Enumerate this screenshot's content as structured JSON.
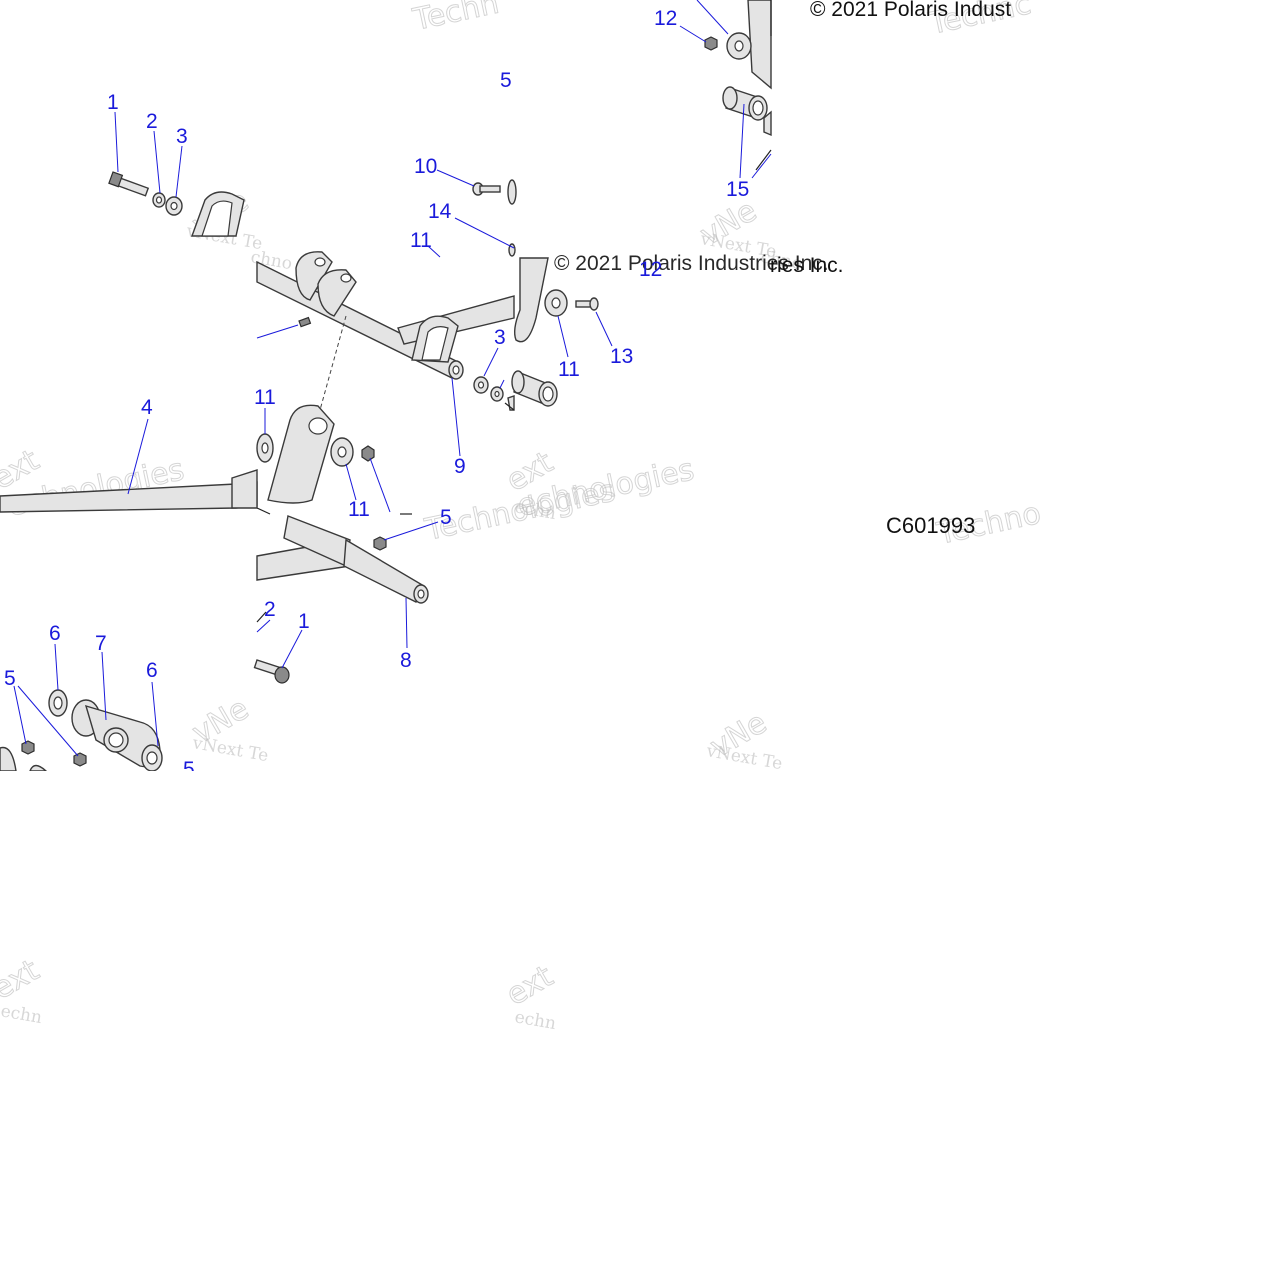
{
  "diagram": {
    "figure_id": "C601993",
    "copyright_lines": [
      "© 2021 Polaris Indust",
      "© 2021 Polaris Industries Inc.",
      "ries Inc."
    ],
    "watermark": {
      "word_a": "vNext",
      "word_b": "Technologies",
      "line_a": "vNext Te",
      "line_b": "Technologies",
      "fragments": [
        "Techn",
        "Technc",
        "Techno",
        "vNe",
        "ext",
        "echnologies",
        "echn",
        "chno"
      ]
    },
    "callouts": [
      "1",
      "2",
      "3",
      "4",
      "5",
      "6",
      "7",
      "8",
      "9",
      "10",
      "11",
      "12",
      "13",
      "14",
      "15"
    ]
  }
}
